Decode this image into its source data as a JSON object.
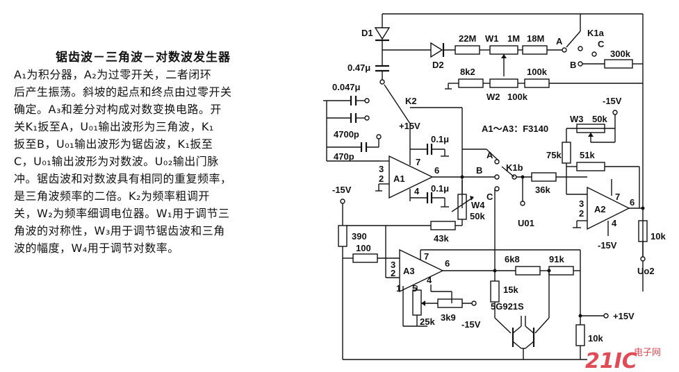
{
  "heading": "锯齿波－三角波－对数波发生器",
  "paragraph_lines": [
    "A₁为积分器，A₂为过零开关，二者闭环",
    "后产生振荡。斜坡的起点和终点由过零开关",
    "确定。A₃和差分对构成对数变换电路。开",
    "关K₁扳至A，U₀₁输出波形为三角波，K₁",
    "扳至B，U₀₁输出波形为锯齿波，K₁扳至",
    "C，U₀₁输出波形为对数波。U₀₂输出门脉",
    "冲。锯齿波和对数波具有相同的重复频率，",
    "是三角波频率的二倍。K₂为频率粗调开",
    "关，W₂为频率细调电位器。W₁用于调节三",
    "角波的对称性，W₃用于调节锯齿波和三角",
    "波的幅度，W₄用于调节对数率。"
  ],
  "circuit": {
    "op_amp_note": "A1～A3：F3140",
    "components": {
      "D1": "D1",
      "D2": "D2",
      "R22M": "22M",
      "W1": "W1",
      "R1M": "1M",
      "R18M": "18M",
      "K1a": "K1a",
      "K1a_A": "A",
      "K1a_B": "B",
      "K1a_C": "C",
      "R300k": "300k",
      "C047u": "0.47μ",
      "C0047u": "0.047μ",
      "C4700p": "4700p",
      "C470p": "470p",
      "K2": "K2",
      "R8k2": "8k2",
      "W2": "W2",
      "W2val": "100k",
      "R100k": "100k",
      "minus15_top": "-15V",
      "W3": "W3",
      "W3val": "50k",
      "plus15_A1": "+15V",
      "C01u_a": "0.1μ",
      "C01u_b": "0.1μ",
      "A1": "A1",
      "A1_pin7": "7",
      "A1_pin3": "3",
      "A1_pin2": "2",
      "A1_pin6": "6",
      "A1_pin4": "4",
      "K1b": "K1b",
      "K1b_A": "A",
      "K1b_B": "B",
      "K1b_C": "C",
      "R75k": "75k",
      "R51k": "51k",
      "R36k": "36k",
      "A2": "A2",
      "A2_pin3": "3",
      "A2_pin2": "2",
      "A2_pin7": "7",
      "A2_pin6": "6",
      "A2_pin4": "4",
      "minus15_A2": "-15V",
      "R10k_out": "10k",
      "Uo2": "Uo2",
      "W4": "W4",
      "W4val": "50k",
      "Uo1": "U01",
      "minus15_left": "-15V",
      "R390": "390",
      "R100": "100",
      "R43k": "43k",
      "A3": "A3",
      "A3_pin3": "3",
      "A3_pin2": "2",
      "A3_pin7": "7",
      "A3_pin6": "6",
      "A3_pin1": "1",
      "A3_pin5": "5",
      "A3_pin4": "4",
      "R6k8": "6k8",
      "R91k": "91k",
      "R15k": "15k",
      "Q": "5G921S",
      "R3k9": "3k9",
      "R25k": "25k",
      "minus15_A3": "-15V",
      "plus15_right": "+15V",
      "R10k_right": "10k"
    }
  },
  "watermark": {
    "logo": "21IC",
    "sub": "电子网"
  },
  "colors": {
    "ink": "#111111",
    "watermark": "#e14a57",
    "background": "#ffffff"
  }
}
